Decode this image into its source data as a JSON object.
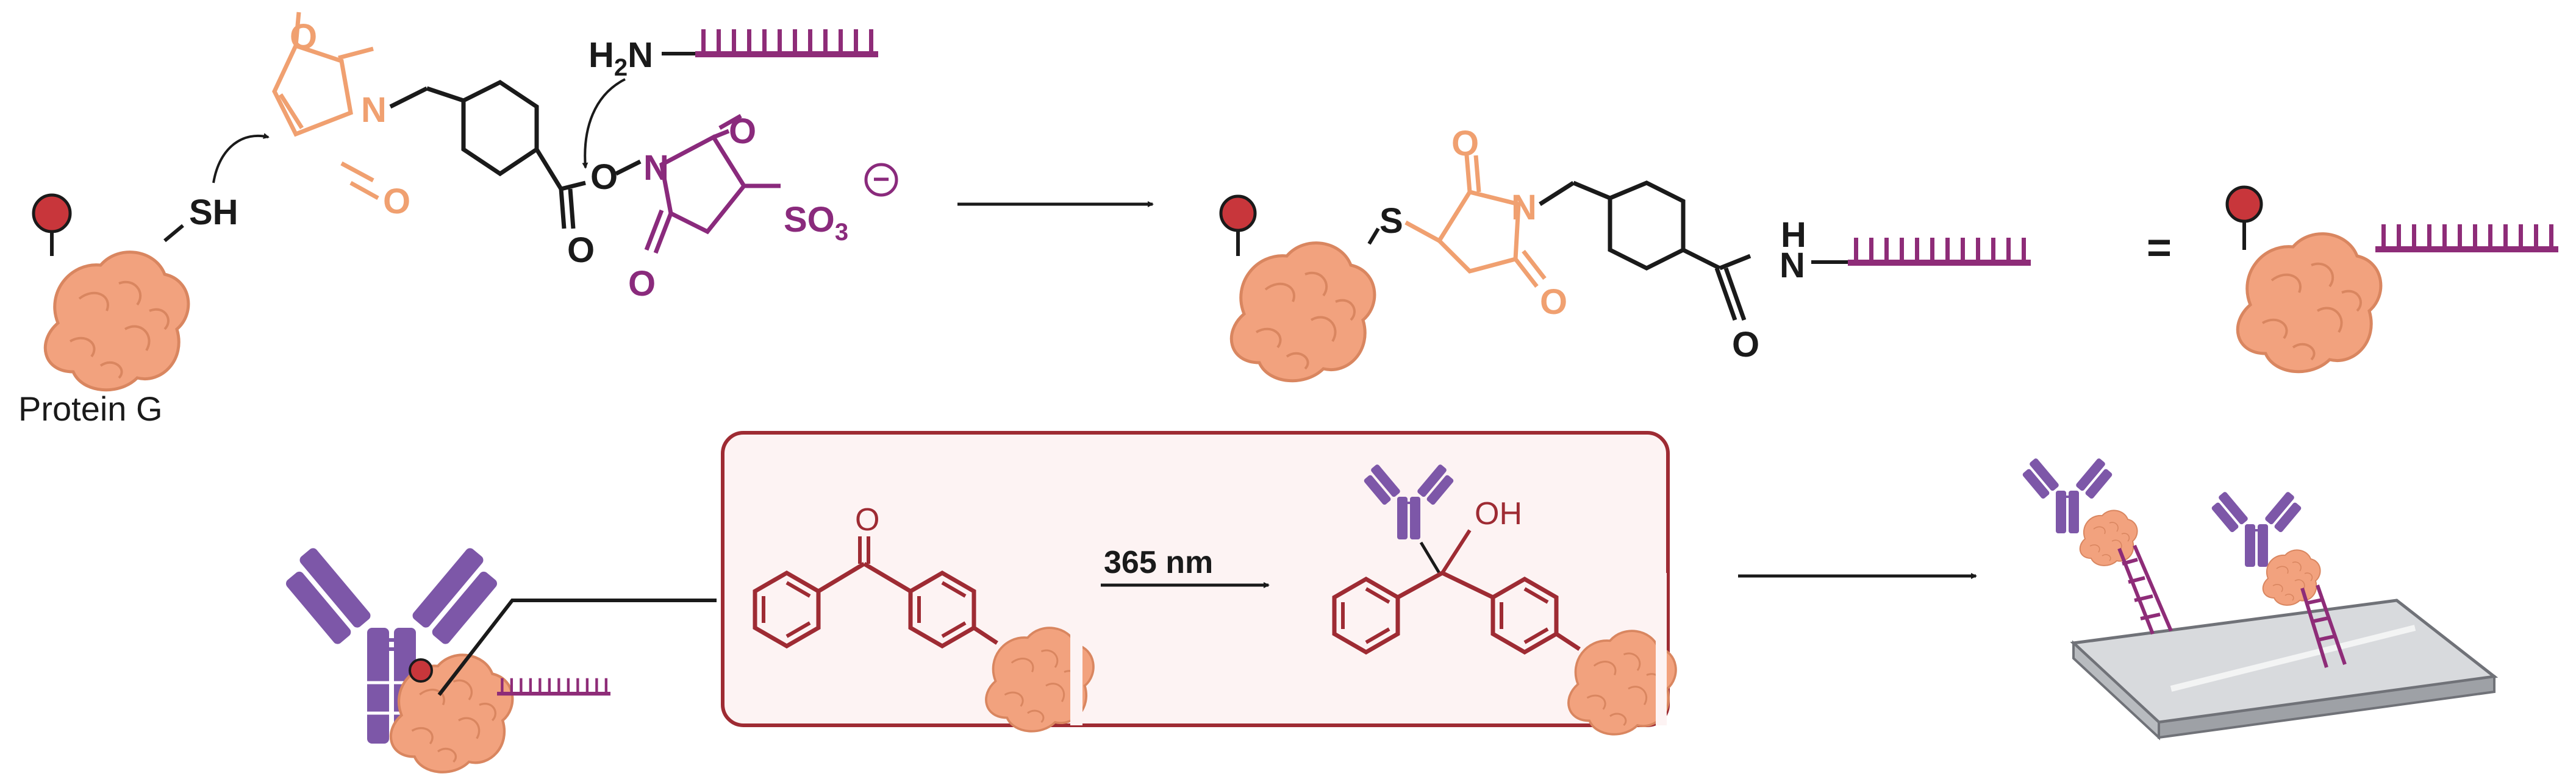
{
  "labels": {
    "amine": "H",
    "amine_sub": "2",
    "amine_n": "N",
    "thiol": "SH",
    "protein_name": "Protein G",
    "o1": "O",
    "o2": "O",
    "n_maleimide": "N",
    "o_carbonyl": "O",
    "o_ester": "O",
    "n_nhs": "N",
    "o_nhs1": "O",
    "o_nhs2": "O",
    "so3": "SO",
    "so3_sub": "3",
    "charge": "−",
    "s_link": "S",
    "o_p1": "O",
    "o_p2": "O",
    "n_p": "N",
    "nh_h": "H",
    "nh_n": "N",
    "o_amide": "O",
    "equals": "=",
    "bp_o": "O",
    "wavelength": "365 nm",
    "oh": "OH"
  },
  "colors": {
    "black": "#1a1a1a",
    "orange": "#f0a070",
    "protein_fill": "#f2a27e",
    "protein_stroke": "#d98660",
    "purple_dna": "#8e2c78",
    "nhs_purple": "#8a2a7c",
    "antibody": "#7d57a8",
    "red_box": "#9e2b33",
    "red_box_fill": "#fdf3f3",
    "red_tag": "#c8363b"
  }
}
